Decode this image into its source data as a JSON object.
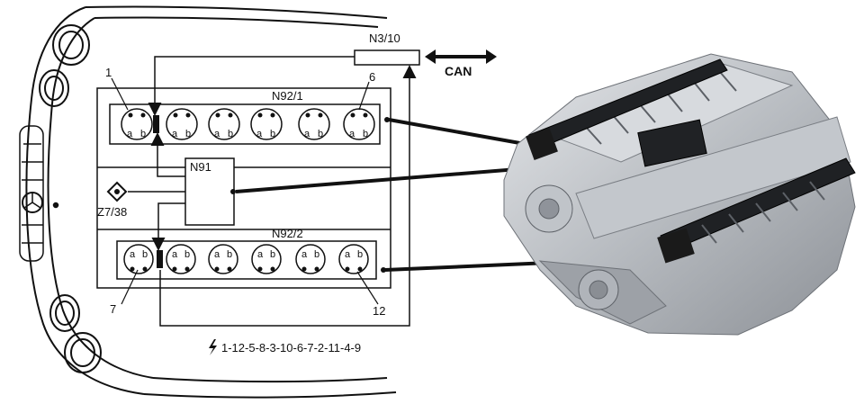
{
  "labels": {
    "n3_10": "N3/10",
    "can": "CAN",
    "n92_1": "N92/1",
    "n92_2": "N92/2",
    "n91": "N91",
    "z7_38": "Z7/38",
    "num_1": "1",
    "num_6": "6",
    "num_7": "7",
    "num_12": "12",
    "firing_order": "1-12-5-8-3-10-6-7-2-11-4-9",
    "coil_a": "a",
    "coil_b": "b"
  },
  "icons": {
    "firing_symbol": "lightning-bolt-icon",
    "connector_symbol": "diamond-connector-icon"
  },
  "colors": {
    "line": "#111111",
    "engine_light": "#c9ccd0",
    "engine_dark": "#4a4d52",
    "connector": "#1a1a1a"
  }
}
